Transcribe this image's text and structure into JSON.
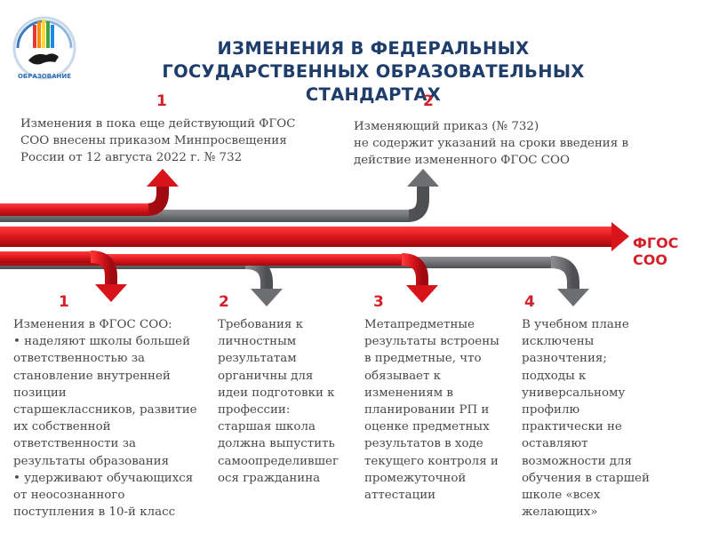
{
  "logo": {
    "text": "ОБРАЗОВАНИЕ"
  },
  "title": {
    "line1": "ИЗМЕНЕНИЯ В ФЕДЕРАЛЬНЫХ",
    "line2": "ГОСУДАРСТВЕННЫХ ОБРАЗОВАТЕЛЬНЫХ",
    "line3": "СТАНДАРТАХ"
  },
  "top_items": [
    {
      "number": "1",
      "lines": [
        "Изменения в пока еще действующий ФГОС",
        "СОО внесены приказом Минпросвещения",
        "России от 12 августа 2022 г. № 732"
      ]
    },
    {
      "number": "2",
      "lines": [
        "Изменяющий приказ (№ 732)",
        "не содержит указаний на сроки введения в",
        "действие измененного ФГОС СОО"
      ]
    }
  ],
  "main_arrow": {
    "line1": "ФГОС",
    "line2": "СОО"
  },
  "bottom_items": [
    {
      "number": "1",
      "lines": [
        "Изменения в ФГОС СОО:",
        "• наделяют школы большей",
        "ответственностью за",
        "становление внутренней",
        "позиции",
        "старшеклассников, развитие",
        "их собственной",
        "ответственности за",
        "результаты образования",
        "• удерживают обучающихся",
        "от неосознанного",
        "поступления в 10-й класс"
      ]
    },
    {
      "number": "2",
      "lines": [
        "Требования к",
        "личностным",
        "результатам",
        "органичны для",
        "идеи подготовки к",
        "профессии:",
        "старшая школа",
        "должна выпустить",
        "самоопределившег",
        "ося гражданина"
      ]
    },
    {
      "number": "3",
      "lines": [
        "Метапредметные",
        "результаты встроены",
        "в предметные, что",
        "обязывает к",
        "изменениям в",
        "планировании РП и",
        "оценке предметных",
        "результатов в ходе",
        "текущего контроля и",
        "промежуточной",
        "аттестации"
      ]
    },
    {
      "number": "4",
      "lines": [
        "В учебном плане",
        "исключены",
        "разночтения;",
        "подходы к",
        "универсальному",
        "профилю",
        "практически не",
        "оставляют",
        "возможности для",
        "обучения в старшей",
        "школе «всех",
        "желающих»"
      ]
    }
  ],
  "colors": {
    "red": "#d42129",
    "gray": "#6d6e71",
    "title": "#1f3d6b",
    "text": "#484848"
  }
}
